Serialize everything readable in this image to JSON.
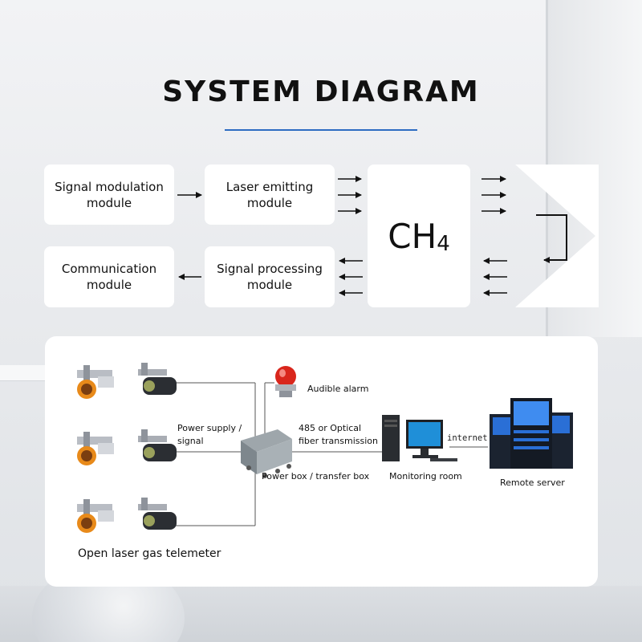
{
  "title": "SYSTEM DIAGRAM",
  "blocks": {
    "signal_modulation": "Signal modulation\nmodule",
    "laser_emitting": "Laser emitting\nmodule",
    "communication": "Communication\nmodule",
    "signal_processing": "Signal processing\nmodule",
    "gas": "CH",
    "gas_subscript": "4"
  },
  "system": {
    "audible_alarm": "Audible alarm",
    "power_supply": "Power supply /\nsignal",
    "transmission": "485 or Optical\nfiber transmission",
    "internet": "internet",
    "power_box": "Power box / transfer box",
    "monitoring_room": "Monitoring room",
    "remote_server": "Remote server",
    "telemeter": "Open laser gas telemeter"
  },
  "colors": {
    "title_rule": "#2d6cc2",
    "server_blue": "#2a6fd6",
    "alarm_red": "#d9261c",
    "device_orange": "#e88a1a"
  }
}
